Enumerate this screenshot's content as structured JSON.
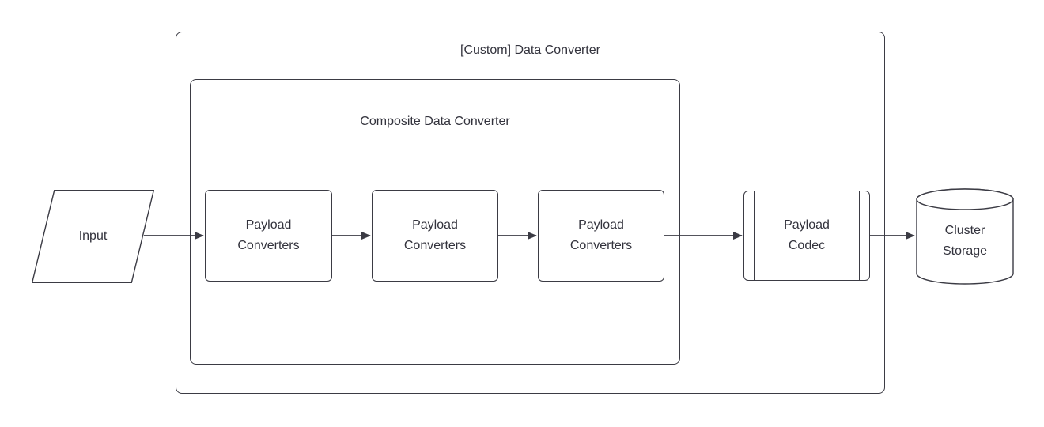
{
  "diagram": {
    "title": "[Custom] Data Converter",
    "composite_title": "Composite Data Converter",
    "input": {
      "label": "Input"
    },
    "converters": [
      {
        "label": "Payload Converters"
      },
      {
        "label": "Payload Converters"
      },
      {
        "label": "Payload Converters"
      }
    ],
    "codec": {
      "label": "Payload Codec"
    },
    "storage": {
      "label": "Cluster Storage"
    },
    "colors": {
      "stroke": "#3b3b44",
      "text": "#33333d",
      "background": "#ffffff"
    }
  }
}
